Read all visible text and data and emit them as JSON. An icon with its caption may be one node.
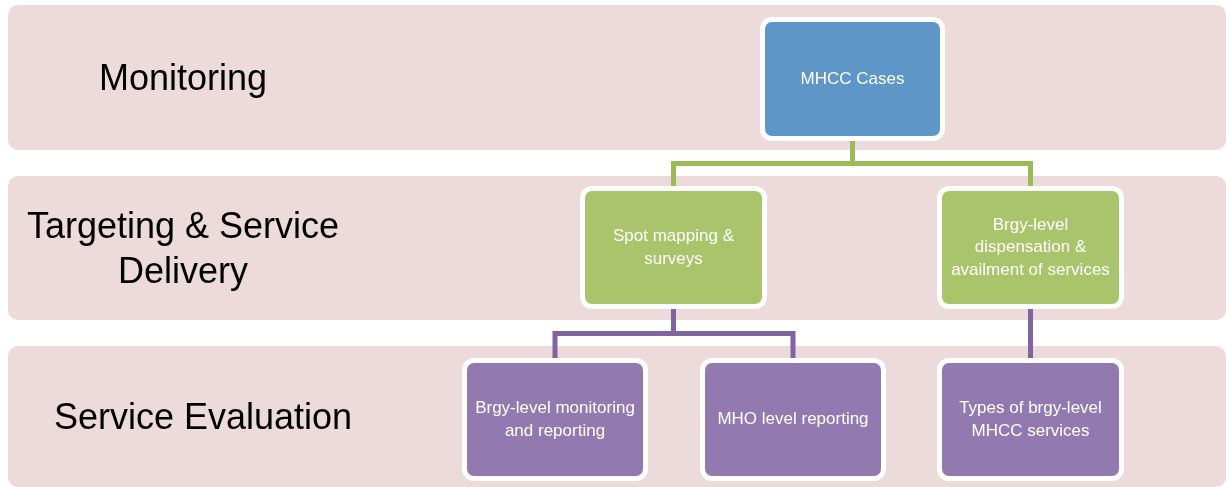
{
  "diagram": {
    "nodes": [
      {
        "text": [
          "Monitoring"
        ]
      },
      {
        "text": [
          "Targeting & Service Delivery"
        ]
      },
      {
        "text": [
          "Service Evaluation"
        ]
      },
      {
        "text": [
          "MHCC Cases"
        ],
        "in": 0
      },
      {
        "text": [
          "Spot mapping & surveys"
        ],
        "in": 1
      },
      {
        "text": [
          "Brgy-level dispensation & availment of services"
        ],
        "in": 1
      },
      {
        "text": [
          "Brgy-level monitoring and reporting"
        ],
        "in": 2
      },
      {
        "text": [
          "MHO level reporting"
        ],
        "in": 2
      },
      {
        "text": [
          "Types of brgy-level MHCC services"
        ],
        "in": 2
      }
    ],
    "edges": [
      {
        "from": 3,
        "to": 4,
        "arrow": "none",
        "color": "#9bbb59"
      },
      {
        "from": 3,
        "to": 5,
        "arrow": "none",
        "color": "#9bbb59"
      },
      {
        "from": 4,
        "to": 6,
        "arrow": "none",
        "color": "#8064a2"
      },
      {
        "from": 4,
        "to": 7,
        "arrow": "none",
        "color": "#8064a2"
      },
      {
        "from": 5,
        "to": 8,
        "arrow": "none",
        "color": "#8064a2"
      }
    ]
  }
}
